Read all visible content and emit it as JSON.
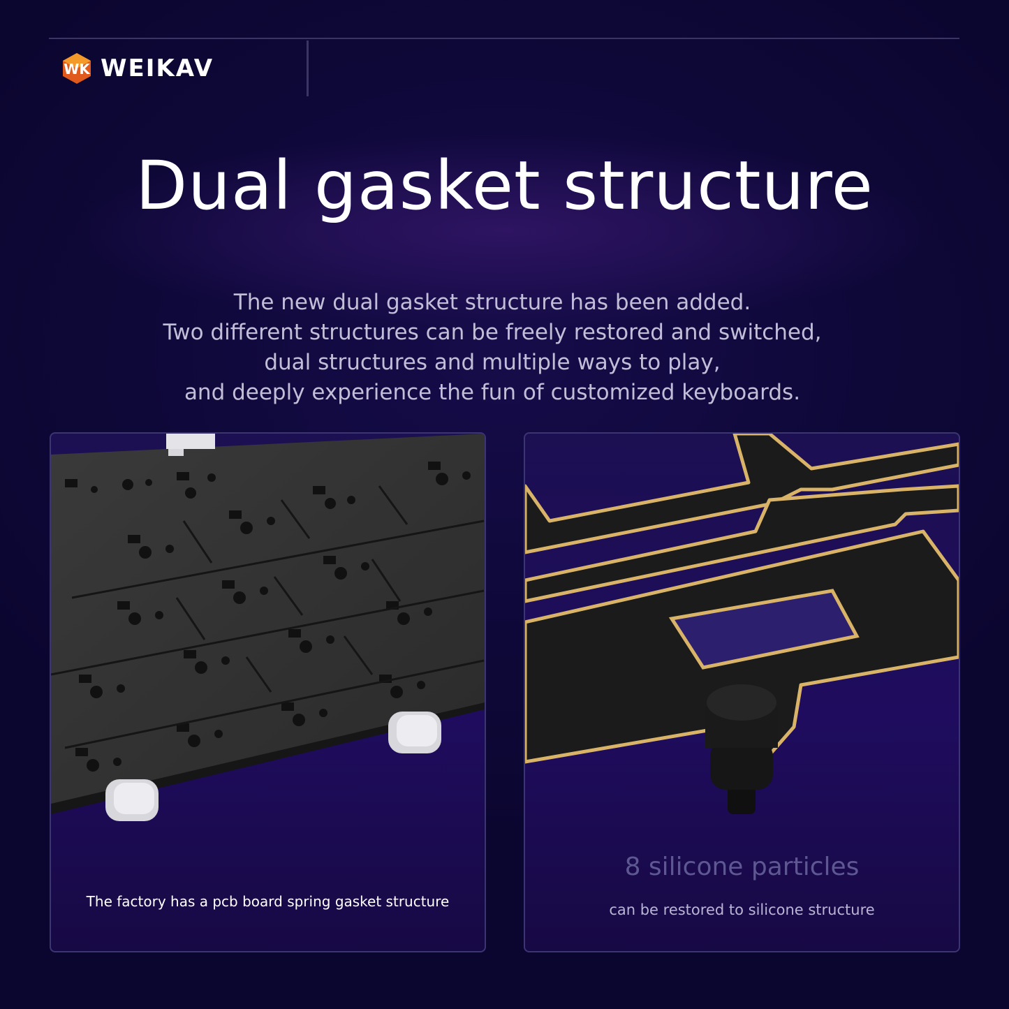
{
  "brand": {
    "name": "WEIKAV",
    "logo_icon": "wk-logo-icon",
    "logo_colors": [
      "#f39a2a",
      "#e05a1e",
      "#ffffff"
    ]
  },
  "title": "Dual gasket structure",
  "description": [
    "The new dual gasket structure has been added.",
    "Two different structures can be freely restored and switched,",
    "dual structures and multiple ways to play,",
    "and deeply experience the fun of customized keyboards."
  ],
  "cards": [
    {
      "caption": "The factory has a pcb board spring gasket structure"
    },
    {
      "title": "8 silicone particles",
      "subtitle": "can be restored to silicone structure"
    }
  ],
  "colors": {
    "background": "#0e0838",
    "gold_edge": "#d9b468",
    "plate": "#2b2b2b"
  }
}
